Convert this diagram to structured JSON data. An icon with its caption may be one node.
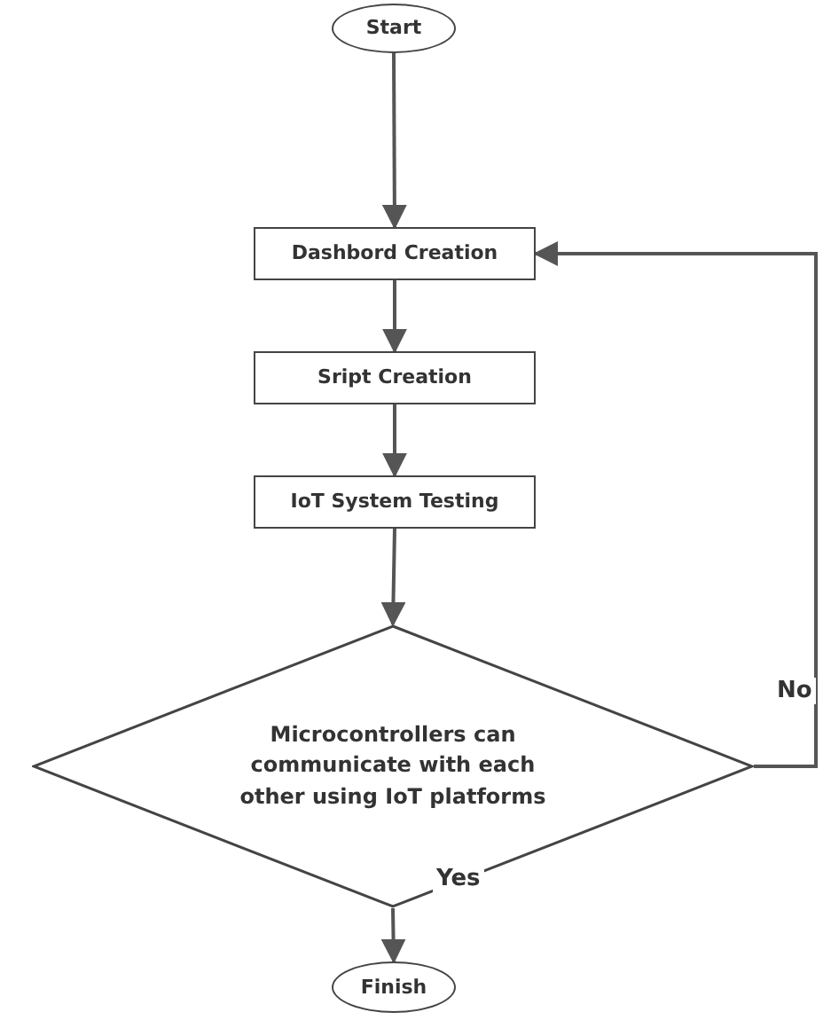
{
  "diagram": {
    "nodes": [
      {
        "text": [
          "Start"
        ]
      },
      {
        "text": [
          "Dashbord Creation"
        ]
      },
      {
        "text": [
          "Sript Creation"
        ]
      },
      {
        "text": [
          "IoT System Testing"
        ]
      },
      {
        "text": [
          "Microcontrollers can communicate with each other using IoT platforms"
        ]
      },
      {
        "text": [
          "Finish"
        ]
      }
    ],
    "edges": [
      {
        "from": 0,
        "to": 1,
        "arrow": "to"
      },
      {
        "from": 1,
        "to": 2,
        "arrow": "to"
      },
      {
        "from": 2,
        "to": 3,
        "arrow": "to"
      },
      {
        "from": 3,
        "to": 4,
        "arrow": "to"
      },
      {
        "from": 4,
        "to": 1,
        "arrow": "to",
        "label": "No"
      },
      {
        "from": 4,
        "to": 5,
        "arrow": "to",
        "label": "Yes"
      }
    ]
  }
}
